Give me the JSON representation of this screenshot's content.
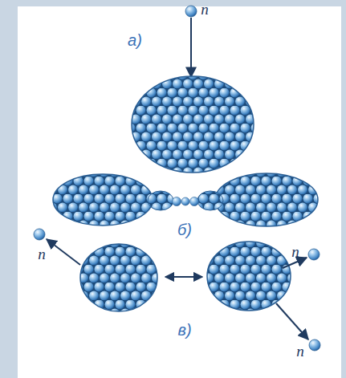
{
  "diagram": {
    "labels": [
      "n",
      "а)",
      "б)",
      "n",
      "n",
      "в)",
      "n"
    ]
  }
}
